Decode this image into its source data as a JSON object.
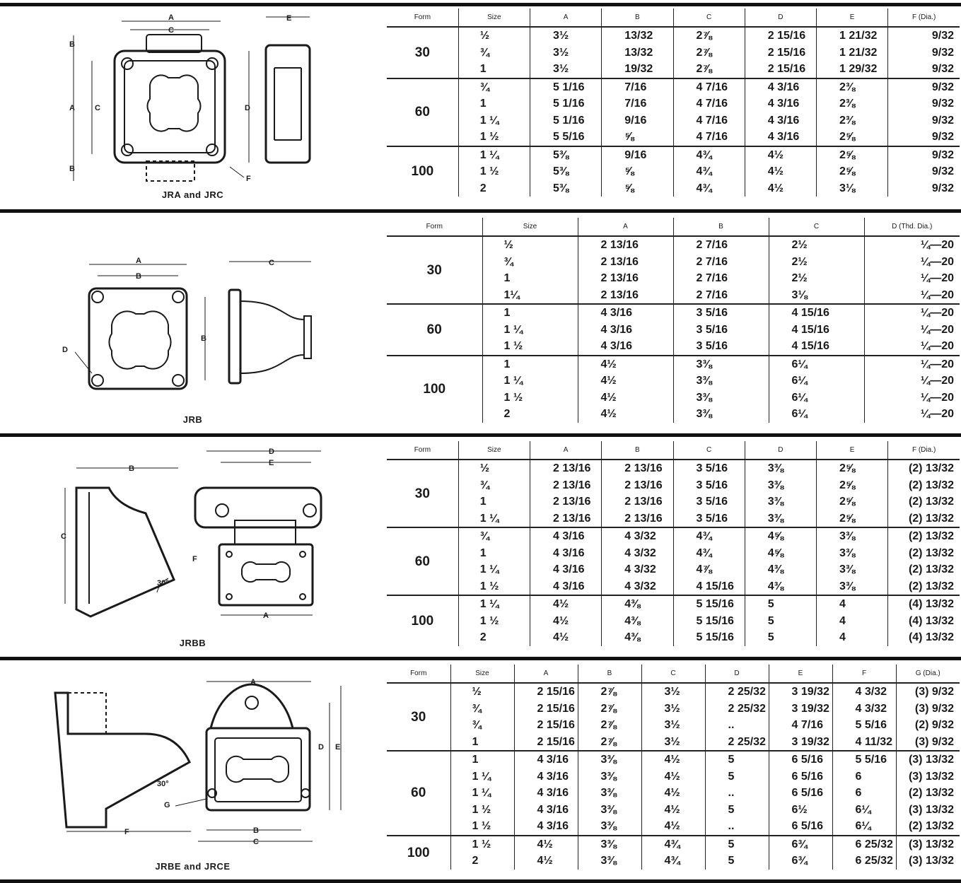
{
  "sections": [
    {
      "caption": "JRA and JRC",
      "headers": [
        "Form",
        "Size",
        "A",
        "B",
        "C",
        "D",
        "E",
        "F (Dia.)"
      ],
      "groups": [
        {
          "form": "30",
          "rows": [
            [
              "½",
              "3½",
              "13/32",
              "2⅞",
              "2 15/16",
              "1 21/32",
              "9/32"
            ],
            [
              "¾",
              "3½",
              "13/32",
              "2⅞",
              "2 15/16",
              "1 21/32",
              "9/32"
            ],
            [
              "1",
              "3½",
              "19/32",
              "2⅞",
              "2 15/16",
              "1 29/32",
              "9/32"
            ]
          ]
        },
        {
          "form": "60",
          "rows": [
            [
              "¾",
              "5 1/16",
              "7/16",
              "4 7/16",
              "4 3/16",
              "2⅜",
              "9/32"
            ],
            [
              "1",
              "5 1/16",
              "7/16",
              "4 7/16",
              "4 3/16",
              "2⅜",
              "9/32"
            ],
            [
              "1 ¼",
              "5 1/16",
              "9/16",
              "4 7/16",
              "4 3/16",
              "2⅜",
              "9/32"
            ],
            [
              "1 ½",
              "5 5/16",
              "⅝",
              "4 7/16",
              "4 3/16",
              "2⅝",
              "9/32"
            ]
          ]
        },
        {
          "form": "100",
          "rows": [
            [
              "1 ¼",
              "5⅜",
              "9/16",
              "4¾",
              "4½",
              "2⅝",
              "9/32"
            ],
            [
              "1 ½",
              "5⅜",
              "⅝",
              "4¾",
              "4½",
              "2⅝",
              "9/32"
            ],
            [
              "2",
              "5⅜",
              "⅝",
              "4¾",
              "4½",
              "3⅛",
              "9/32"
            ]
          ]
        }
      ]
    },
    {
      "caption": "JRB",
      "headers": [
        "Form",
        "Size",
        "A",
        "B",
        "C",
        "D (Thd. Dia.)"
      ],
      "groups": [
        {
          "form": "30",
          "rows": [
            [
              "½",
              "2 13/16",
              "2 7/16",
              "2½",
              "¼—20"
            ],
            [
              "¾",
              "2 13/16",
              "2 7/16",
              "2½",
              "¼—20"
            ],
            [
              "1",
              "2 13/16",
              "2 7/16",
              "2½",
              "¼—20"
            ],
            [
              "1¼",
              "2 13/16",
              "2 7/16",
              "3⅛",
              "¼—20"
            ]
          ]
        },
        {
          "form": "60",
          "rows": [
            [
              "1",
              "4 3/16",
              "3 5/16",
              "4 15/16",
              "¼—20"
            ],
            [
              "1 ¼",
              "4 3/16",
              "3 5/16",
              "4 15/16",
              "¼—20"
            ],
            [
              "1 ½",
              "4 3/16",
              "3 5/16",
              "4 15/16",
              "¼—20"
            ]
          ]
        },
        {
          "form": "100",
          "rows": [
            [
              "1",
              "4½",
              "3⅜",
              "6¼",
              "¼—20"
            ],
            [
              "1 ¼",
              "4½",
              "3⅜",
              "6¼",
              "¼—20"
            ],
            [
              "1 ½",
              "4½",
              "3⅜",
              "6¼",
              "¼—20"
            ],
            [
              "2",
              "4½",
              "3⅜",
              "6¼",
              "¼—20"
            ]
          ]
        }
      ]
    },
    {
      "caption": "JRBB",
      "headers": [
        "Form",
        "Size",
        "A",
        "B",
        "C",
        "D",
        "E",
        "F (Dia.)"
      ],
      "groups": [
        {
          "form": "30",
          "rows": [
            [
              "½",
              "2 13/16",
              "2 13/16",
              "3 5/16",
              "3⅜",
              "2⅝",
              "(2) 13/32"
            ],
            [
              "¾",
              "2 13/16",
              "2 13/16",
              "3 5/16",
              "3⅜",
              "2⅝",
              "(2) 13/32"
            ],
            [
              "1",
              "2 13/16",
              "2 13/16",
              "3 5/16",
              "3⅜",
              "2⅝",
              "(2) 13/32"
            ],
            [
              "1 ¼",
              "2 13/16",
              "2 13/16",
              "3 5/16",
              "3⅜",
              "2⅝",
              "(2) 13/32"
            ]
          ]
        },
        {
          "form": "60",
          "rows": [
            [
              "¾",
              "4 3/16",
              "4 3/32",
              "4¾",
              "4⅝",
              "3⅜",
              "(2) 13/32"
            ],
            [
              "1",
              "4 3/16",
              "4 3/32",
              "4¾",
              "4⅝",
              "3⅜",
              "(2) 13/32"
            ],
            [
              "1 ¼",
              "4 3/16",
              "4 3/32",
              "4⅞",
              "4⅜",
              "3⅜",
              "(2) 13/32"
            ],
            [
              "1 ½",
              "4 3/16",
              "4 3/32",
              "4 15/16",
              "4⅜",
              "3⅜",
              "(2) 13/32"
            ]
          ]
        },
        {
          "form": "100",
          "rows": [
            [
              "1 ¼",
              "4½",
              "4⅜",
              "5 15/16",
              "5",
              "4",
              "(4) 13/32"
            ],
            [
              "1 ½",
              "4½",
              "4⅜",
              "5 15/16",
              "5",
              "4",
              "(4) 13/32"
            ],
            [
              "2",
              "4½",
              "4⅜",
              "5 15/16",
              "5",
              "4",
              "(4) 13/32"
            ]
          ]
        }
      ]
    },
    {
      "caption": "JRBE and JRCE",
      "headers": [
        "Form",
        "Size",
        "A",
        "B",
        "C",
        "D",
        "E",
        "F",
        "G (Dia.)"
      ],
      "groups": [
        {
          "form": "30",
          "rows": [
            [
              "½",
              "2 15/16",
              "2⅞",
              "3½",
              "2 25/32",
              "3 19/32",
              "4 3/32",
              "(3) 9/32"
            ],
            [
              "¾",
              "2 15/16",
              "2⅞",
              "3½",
              "2 25/32",
              "3 19/32",
              "4 3/32",
              "(3) 9/32"
            ],
            [
              "¾",
              "2 15/16",
              "2⅞",
              "3½",
              "..",
              "4 7/16",
              "5 5/16",
              "(2) 9/32"
            ],
            [
              "1",
              "2 15/16",
              "2⅞",
              "3½",
              "2 25/32",
              "3 19/32",
              "4 11/32",
              "(3) 9/32"
            ]
          ]
        },
        {
          "form": "60",
          "rows": [
            [
              "1",
              "4 3/16",
              "3⅜",
              "4½",
              "5",
              "6 5/16",
              "5 5/16",
              "(3) 13/32"
            ],
            [
              "1 ¼",
              "4 3/16",
              "3⅜",
              "4½",
              "5",
              "6 5/16",
              "6",
              "(3) 13/32"
            ],
            [
              "1 ¼",
              "4 3/16",
              "3⅜",
              "4½",
              "..",
              "6 5/16",
              "6",
              "(2) 13/32"
            ],
            [
              "1 ½",
              "4 3/16",
              "3⅜",
              "4½",
              "5",
              "6½",
              "6¼",
              "(3) 13/32"
            ],
            [
              "1 ½",
              "4 3/16",
              "3⅜",
              "4½",
              "..",
              "6 5/16",
              "6¼",
              "(2) 13/32"
            ]
          ]
        },
        {
          "form": "100",
          "rows": [
            [
              "1 ½",
              "4½",
              "3⅜",
              "4¾",
              "5",
              "6¾",
              "6 25/32",
              "(3) 13/32"
            ],
            [
              "2",
              "4½",
              "3⅜",
              "4¾",
              "5",
              "6¾",
              "6 25/32",
              "(3) 13/32"
            ]
          ]
        }
      ]
    }
  ],
  "drawing_labels": {
    "jra": [
      "A",
      "C",
      "E",
      "B",
      "A",
      "C",
      "D",
      "B",
      "F"
    ],
    "jrb": [
      "A",
      "B",
      "C",
      "B",
      "D"
    ],
    "jrbb": [
      "B",
      "D",
      "E",
      "C",
      "F",
      "30°",
      "A"
    ],
    "jrbe": [
      "A",
      "D",
      "E",
      "30°",
      "G",
      "B",
      "C",
      "F"
    ]
  }
}
